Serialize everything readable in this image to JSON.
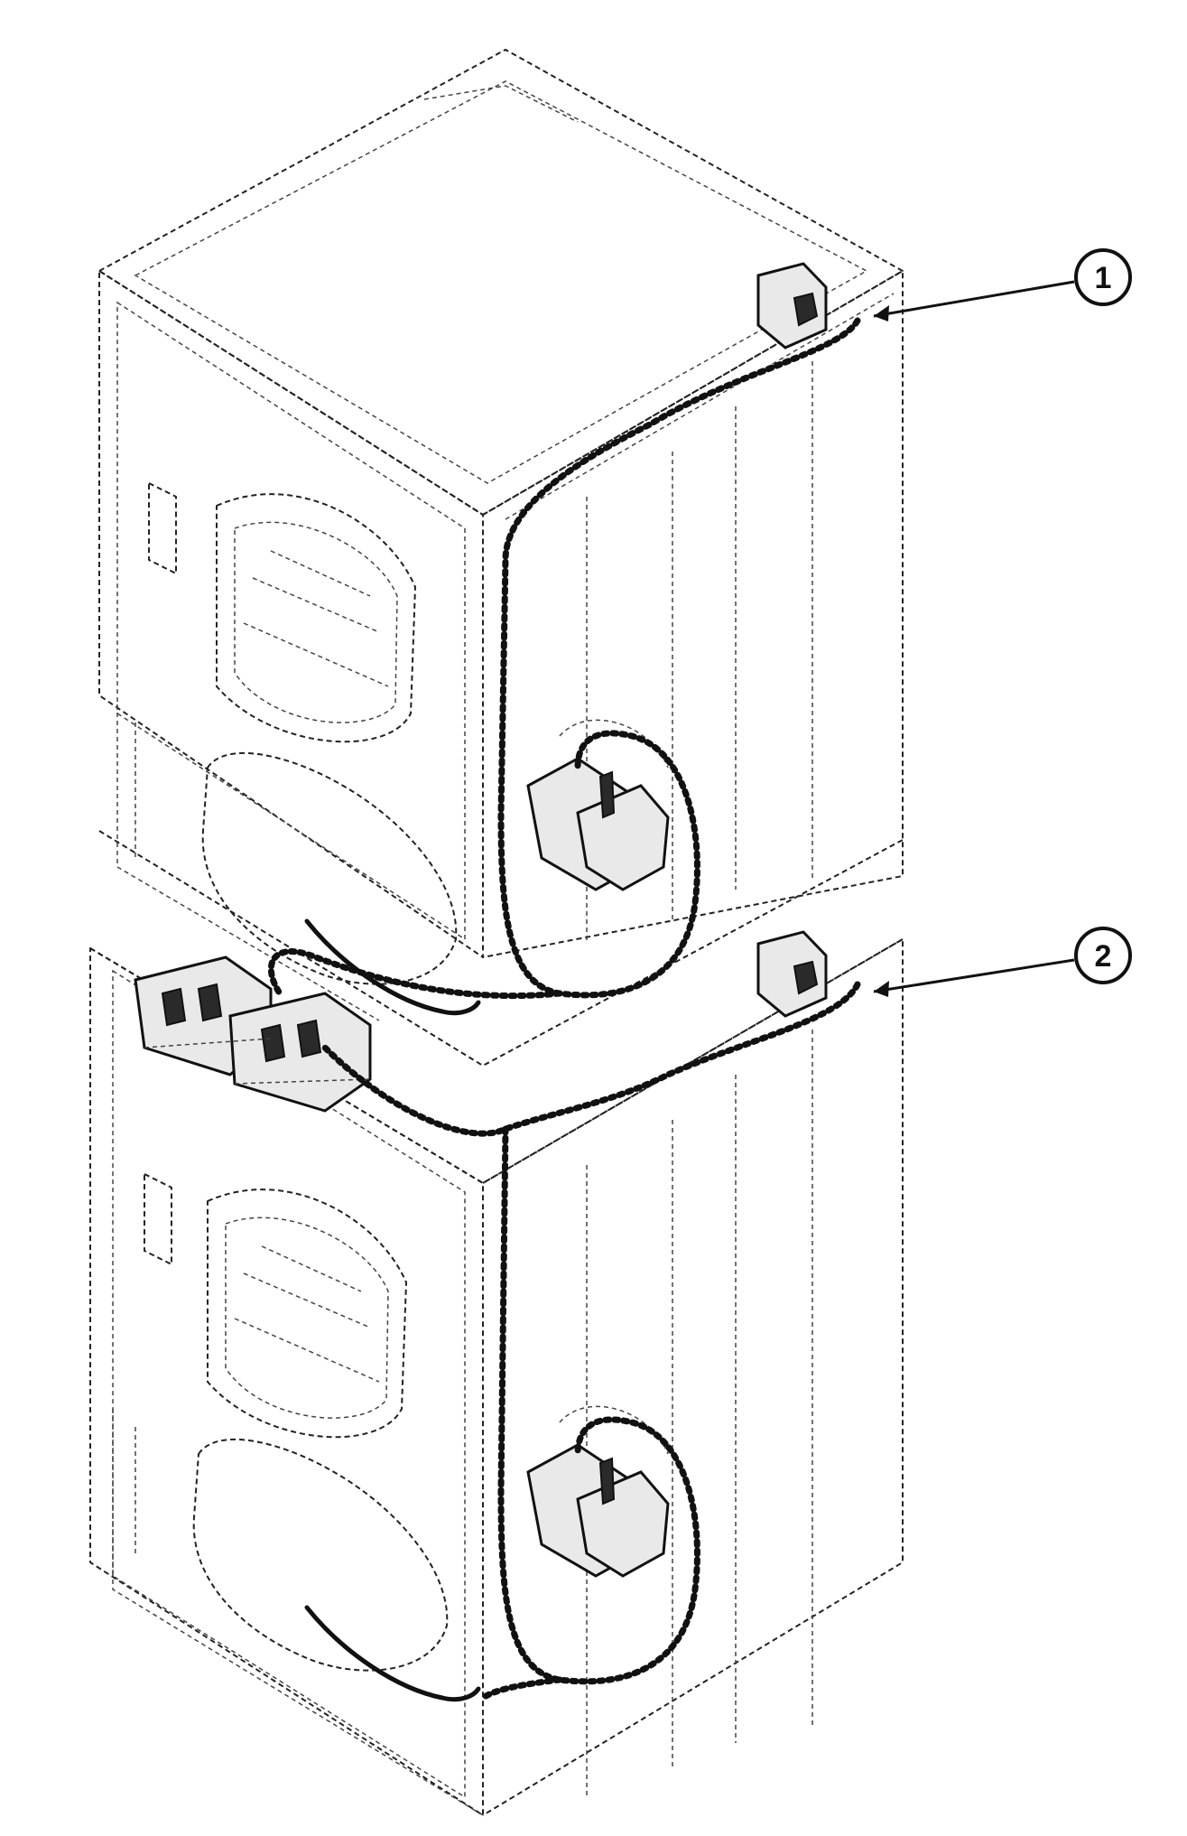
{
  "diagram": {
    "callouts": [
      {
        "id": "callout-1",
        "label": "1"
      },
      {
        "id": "callout-2",
        "label": "2"
      }
    ]
  }
}
